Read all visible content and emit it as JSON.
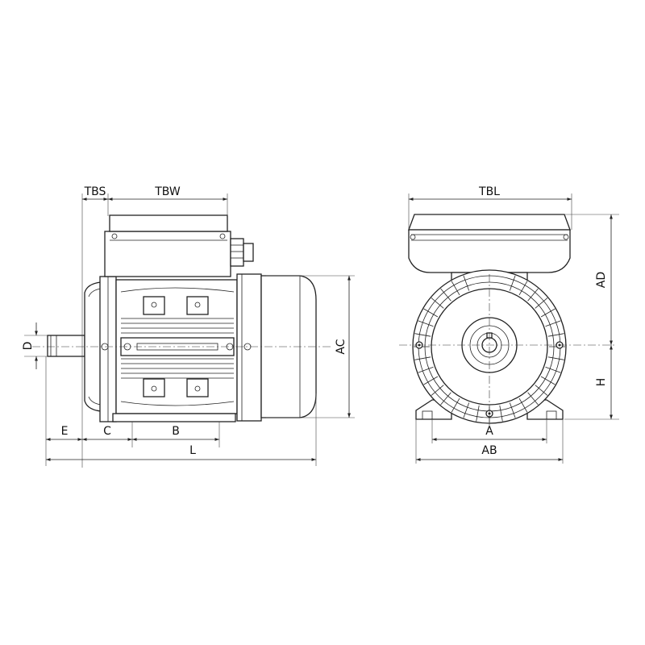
{
  "labels": {
    "tbs": "TBS",
    "tbw": "TBW",
    "tbl": "TBL",
    "d": "D",
    "ac": "AC",
    "ad": "AD",
    "h": "H",
    "e": "E",
    "c": "C",
    "b": "B",
    "l": "L",
    "a": "A",
    "ab": "AB"
  },
  "colors": {
    "line": "#222222",
    "background": "#ffffff"
  }
}
